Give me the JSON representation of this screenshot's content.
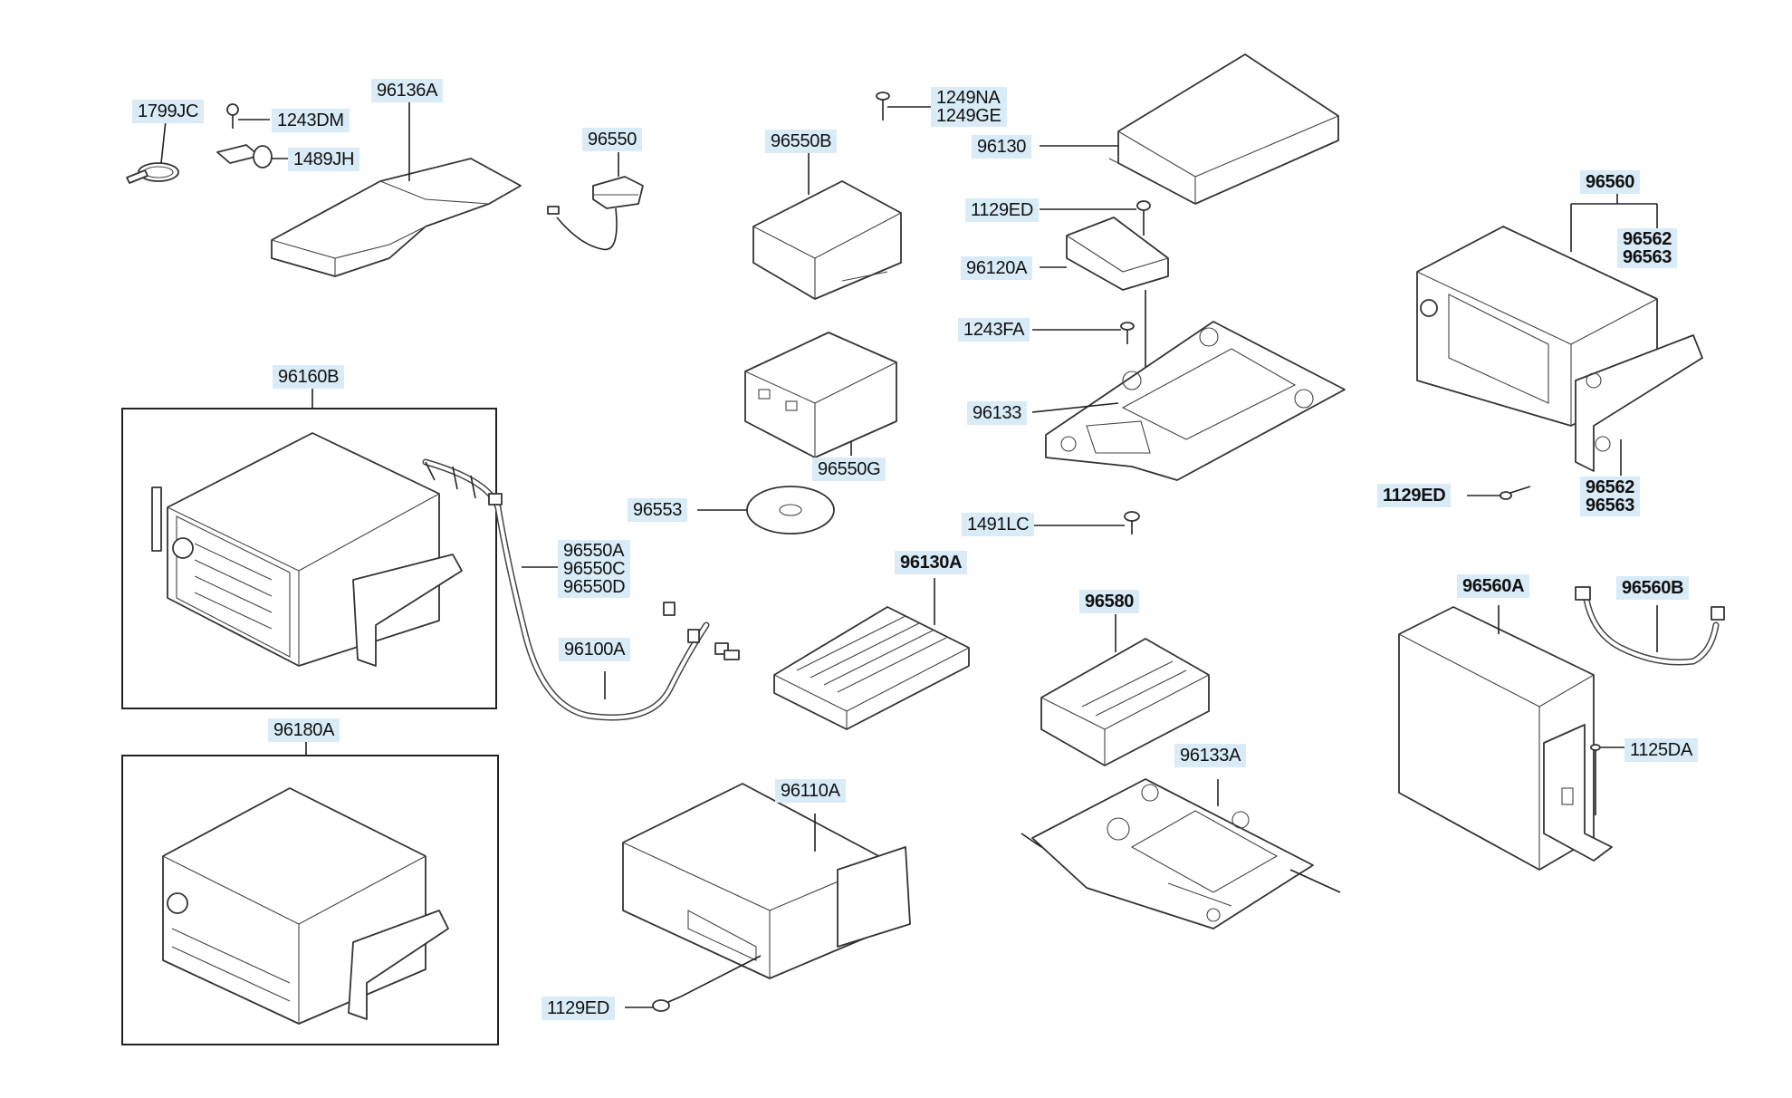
{
  "labels": {
    "l1799JC": "1799JC",
    "l1243DM": "1243DM",
    "l1489JH": "1489JH",
    "l96136A": "96136A",
    "l96550": "96550",
    "l96550B": "96550B",
    "l1249NA": "1249NA",
    "l1249GE": "1249GE",
    "l96130": "96130",
    "l1129ED_top": "1129ED",
    "l96120A": "96120A",
    "l1243FA": "1243FA",
    "l96133": "96133",
    "l1491LC": "1491LC",
    "l96560": "96560",
    "l96562_a": "96562",
    "l96563_a": "96563",
    "l96562_b": "96562",
    "l96563_b": "96563",
    "l1129ED_right": "1129ED",
    "l96160B": "96160B",
    "l96550A": "96550A",
    "l96550C": "96550C",
    "l96550D": "96550D",
    "l96550G": "96550G",
    "l96553": "96553",
    "l96100A": "96100A",
    "l96130A": "96130A",
    "l96580": "96580",
    "l96560A": "96560A",
    "l96560B": "96560B",
    "l1125DA": "1125DA",
    "l96133A": "96133A",
    "l96180A": "96180A",
    "l96110A": "96110A",
    "l1129ED_bottom": "1129ED"
  },
  "colors": {
    "label_bg": "#d8ebf7",
    "line": "#222222",
    "background": "#ffffff"
  }
}
